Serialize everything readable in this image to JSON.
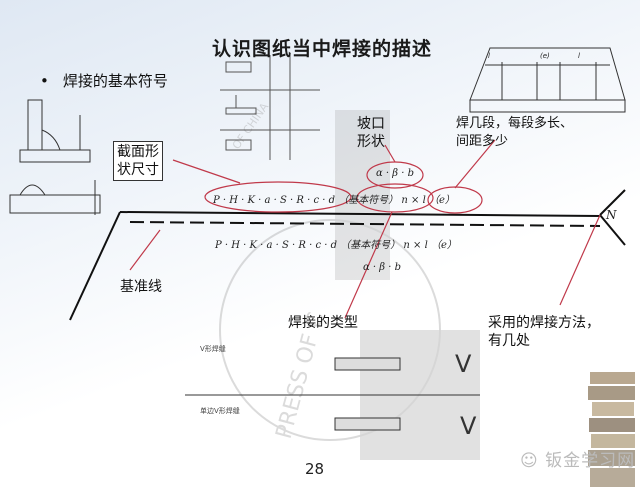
{
  "title": "认识图纸当中焊接的描述",
  "bullet": "焊接的基本符号",
  "labels": {
    "section_size_1": "截面形",
    "section_size_2": "状尺寸",
    "groove_1": "坡口",
    "groove_2": "形状",
    "segments_1": "焊几段，每段多长、",
    "segments_2": "间距多少",
    "reference_line": "基准线",
    "weld_type": "焊接的类型",
    "method_1": "采用的焊接方法，",
    "method_2": "有几处"
  },
  "formulas": {
    "upper_angle": "α · β · b",
    "upper_main": "P · H · K · a · S · R · c · d",
    "upper_symbol": "（基本符号）",
    "upper_count": "n × l （e）",
    "lower_main": "P · H · K · a · S · R · c · d",
    "lower_symbol": "（基本符号）",
    "lower_count": "n × l （e）",
    "lower_angle": "α · β · b",
    "tail_letter": "N"
  },
  "weld_rows": [
    {
      "name": "V形焊缝",
      "symbol": "V"
    },
    {
      "name": "单边V形焊缝",
      "symbol": "V"
    }
  ],
  "segment_drawing": {
    "l1": "l",
    "e": "(e)",
    "l2": "l"
  },
  "watermark_stamp": "PRESS OF CHINA",
  "page_number": "28",
  "watermark": "钣金学习网",
  "colors": {
    "annotation": "#c0394a",
    "ink": "#222222"
  }
}
